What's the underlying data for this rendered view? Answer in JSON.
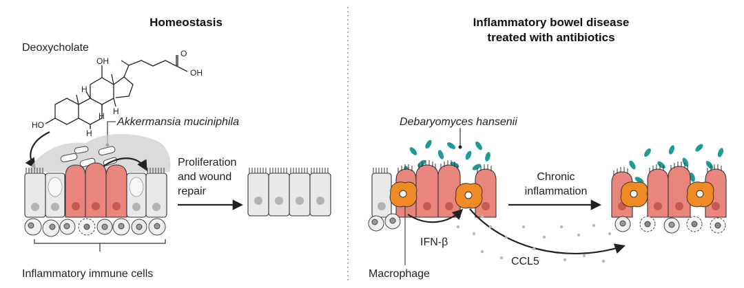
{
  "left_panel": {
    "title": "Homeostasis",
    "molecule_label": "Deoxycholate",
    "chem_oh_top": "OH",
    "chem_oh_acid": "OH",
    "chem_o": "O",
    "chem_ho": "HO",
    "chem_h": [
      "H",
      "H",
      "H",
      "H"
    ],
    "bacterium_label": "Akkermansia muciniphila",
    "process_label": [
      "Proliferation",
      "and wound",
      "repair"
    ],
    "immune_label": "Inflammatory immune cells"
  },
  "right_panel": {
    "title_line1": "Inflammatory bowel disease",
    "title_line2": "treated with antibiotics",
    "yeast_label": "Debaryomyces hansenii",
    "process_label": [
      "Chronic",
      "inflammation"
    ],
    "cytokine_1": "IFN-β",
    "cytokine_2": "CCL5",
    "macrophage_label": "Macrophage"
  },
  "colors": {
    "epithelial_gray": "#e9e9e9",
    "epithelial_red": "#e8857c",
    "macrophage_orange": "#f08a24",
    "yeast_teal": "#1f9a98",
    "mucus_gray": "#cfcfcf",
    "divider": "#9a9a9a"
  }
}
